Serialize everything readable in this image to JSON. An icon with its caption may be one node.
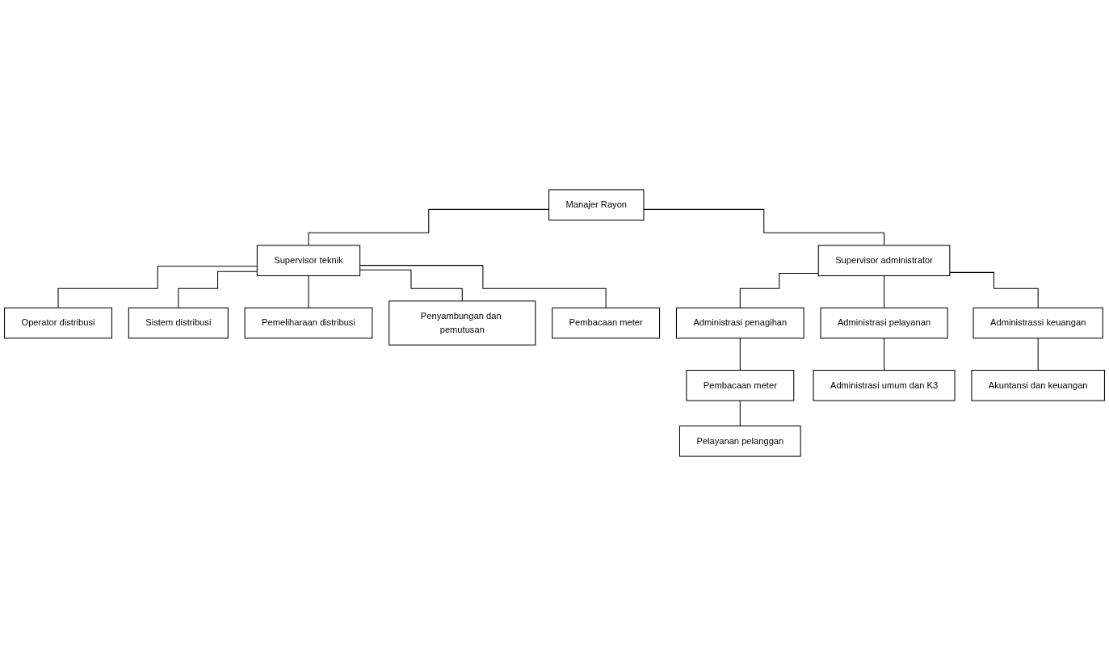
{
  "diagram": {
    "nodes": [
      {
        "text": [
          "Manajer Rayon"
        ]
      },
      {
        "text": [
          "Supervisor teknik"
        ]
      },
      {
        "text": [
          "Supervisor administrator"
        ]
      },
      {
        "text": [
          "Operator distribusi"
        ]
      },
      {
        "text": [
          "Sistem distribusi"
        ]
      },
      {
        "text": [
          "Pemeliharaan distribusi"
        ]
      },
      {
        "text": [
          "Penyambungan dan pemutusan"
        ]
      },
      {
        "text": [
          "Pembacaan meter"
        ]
      },
      {
        "text": [
          "Administrasi penagihan"
        ]
      },
      {
        "text": [
          "Administrasi pelayanan"
        ]
      },
      {
        "text": [
          "Administrassi keuangan"
        ]
      },
      {
        "text": [
          "Pembacaan meter"
        ]
      },
      {
        "text": [
          "Pelayanan pelanggan"
        ]
      },
      {
        "text": [
          "Administrasi umum dan K3"
        ]
      },
      {
        "text": [
          "Akuntansi dan keuangan"
        ]
      }
    ],
    "edges": [
      {
        "from": 0,
        "to": 1,
        "arrow": "none"
      },
      {
        "from": 0,
        "to": 2,
        "arrow": "none"
      },
      {
        "from": 1,
        "to": 3,
        "arrow": "none"
      },
      {
        "from": 1,
        "to": 4,
        "arrow": "none"
      },
      {
        "from": 1,
        "to": 5,
        "arrow": "none"
      },
      {
        "from": 1,
        "to": 6,
        "arrow": "none"
      },
      {
        "from": 1,
        "to": 7,
        "arrow": "none"
      },
      {
        "from": 2,
        "to": 8,
        "arrow": "none"
      },
      {
        "from": 2,
        "to": 9,
        "arrow": "none"
      },
      {
        "from": 2,
        "to": 10,
        "arrow": "none"
      },
      {
        "from": 8,
        "to": 11,
        "arrow": "none"
      },
      {
        "from": 11,
        "to": 12,
        "arrow": "none"
      },
      {
        "from": 9,
        "to": 13,
        "arrow": "none"
      },
      {
        "from": 10,
        "to": 14,
        "arrow": "none"
      }
    ]
  }
}
